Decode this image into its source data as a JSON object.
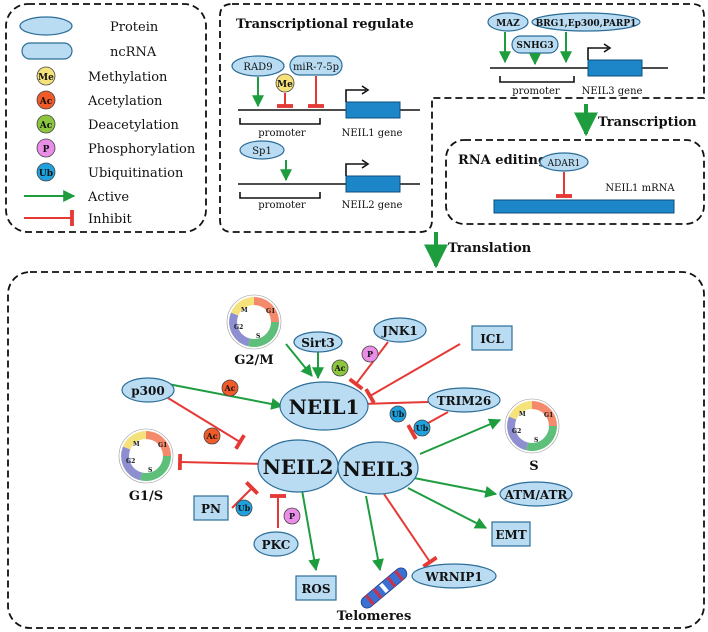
{
  "legend": {
    "items": [
      {
        "label": "Protein",
        "kind": "protein"
      },
      {
        "label": "ncRNA",
        "kind": "ncrna"
      },
      {
        "label": "Methylation",
        "kind": "mod",
        "abbr": "Me",
        "color": "#f6e27a"
      },
      {
        "label": "Acetylation",
        "kind": "mod",
        "abbr": "Ac",
        "color": "#f15a29"
      },
      {
        "label": "Deacetylation",
        "kind": "mod",
        "abbr": "Ac",
        "color": "#8cc63f"
      },
      {
        "label": "Phosphorylation",
        "kind": "mod",
        "abbr": "P",
        "color": "#e98de6"
      },
      {
        "label": "Ubiquitination",
        "kind": "mod",
        "abbr": "Ub",
        "color": "#1ea1dd"
      },
      {
        "label": "Active",
        "kind": "active"
      },
      {
        "label": "Inhibit",
        "kind": "inhibit"
      }
    ]
  },
  "colors": {
    "active": "#1e9d3e",
    "inhibit": "#e53935",
    "protein_fill": "#b9dcf3",
    "gene": "#1c86c8"
  },
  "transcriptional": {
    "title": "Transcriptional regulate",
    "rad9": "RAD9",
    "mir": "miR-7-5p",
    "me": "Me",
    "promoter1": "promoter",
    "gene1": "NEIL1 gene",
    "sp1": "Sp1",
    "promoter2": "promoter",
    "gene2": "NEIL2 gene"
  },
  "neil3_reg": {
    "maz": "MAZ",
    "brg": "BRG1,Ep300,PARP1",
    "snhg3": "SNHG3",
    "promoter": "promoter",
    "gene": "NEIL3 gene"
  },
  "transcription_label": "Transcription",
  "rna_editing": {
    "title": "RNA editing",
    "adar": "ADAR1",
    "mrna": "NEIL1 mRNA"
  },
  "translation_label": "Translation",
  "network": {
    "neil1": "NEIL1",
    "neil2": "NEIL2",
    "neil3": "NEIL3",
    "sirt3": "Sirt3",
    "jnk1": "JNK1",
    "p300": "p300",
    "trim26": "TRIM26",
    "pkc": "PKC",
    "wrnip1": "WRNIP1",
    "icl": "ICL",
    "pn": "PN",
    "ros": "ROS",
    "atm": "ATM/ATR",
    "emt": "EMT",
    "telomeres": "Telomeres",
    "g2m": "G2/M",
    "g1s": "G1/S",
    "s": "S",
    "mod_ac": "Ac",
    "mod_p": "P",
    "mod_ub": "Ub"
  },
  "cell_cycle": {
    "g1": "G1",
    "s": "S",
    "g2": "G2",
    "m": "M"
  }
}
